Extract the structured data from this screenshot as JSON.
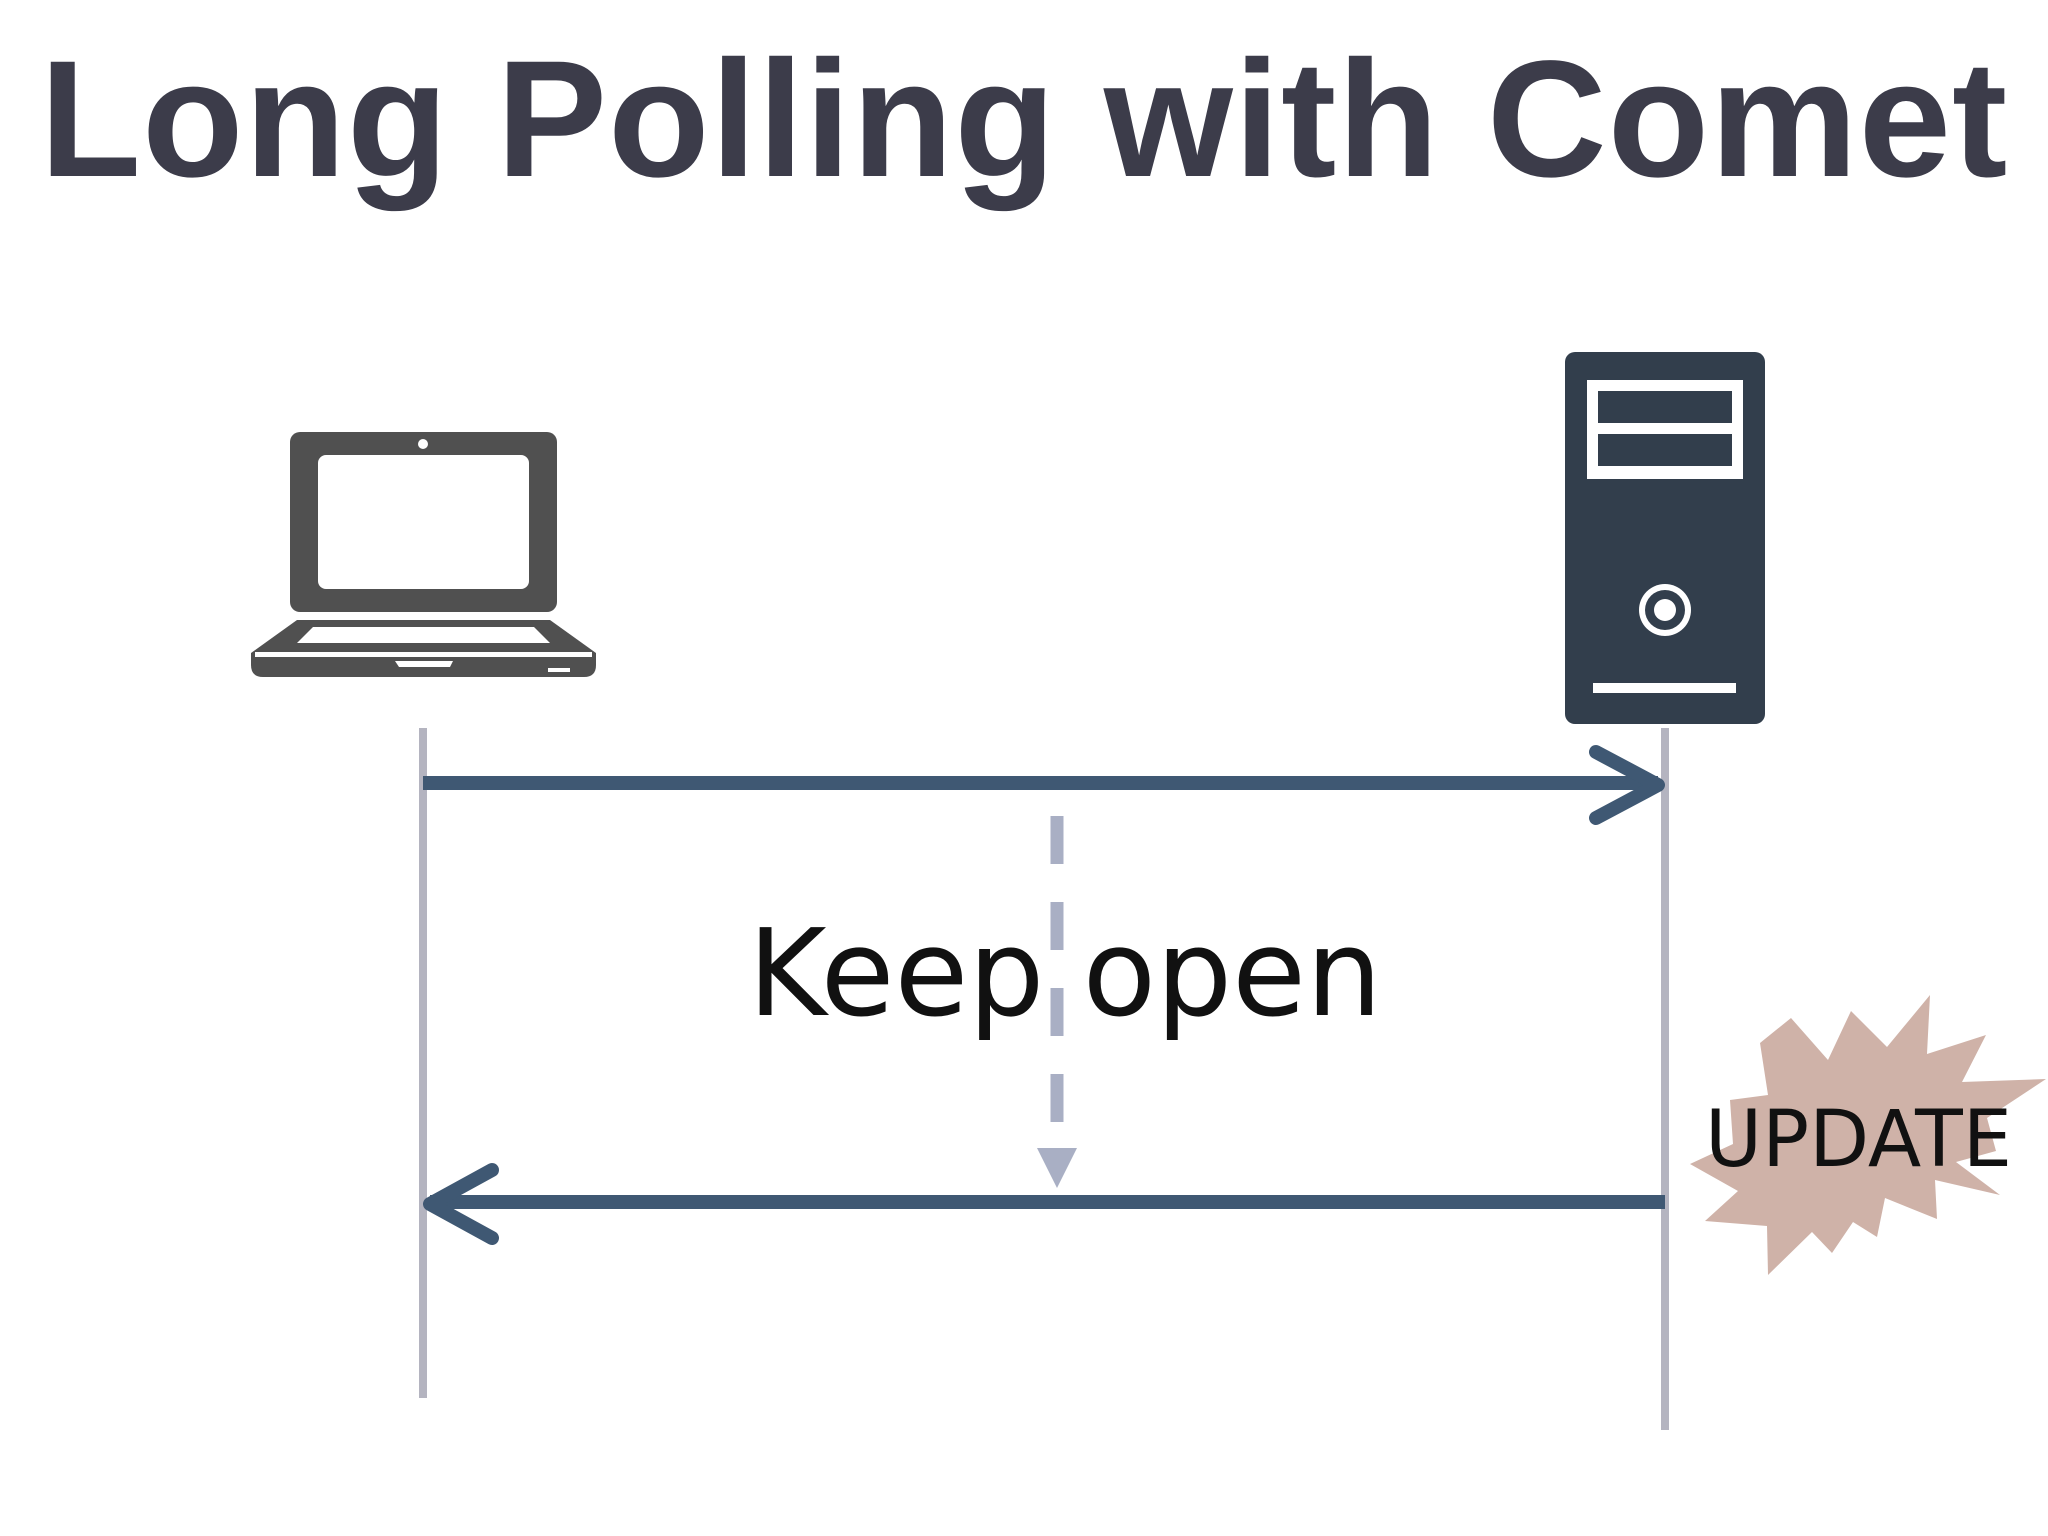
{
  "title": "Long Polling with Comet",
  "client": {
    "icon": "laptop-icon"
  },
  "server": {
    "icon": "server-tower-icon"
  },
  "messages": {
    "keep_open": "Keep open",
    "update": "UPDATE"
  },
  "colors": {
    "title": "#3c3c4a",
    "laptop": "#505050",
    "server": "#323e4c",
    "lifeline": "#b4b4c0",
    "arrow": "#3f5873",
    "dashed_arrow": "#a9afc4",
    "burst": "#cfb2a8"
  }
}
